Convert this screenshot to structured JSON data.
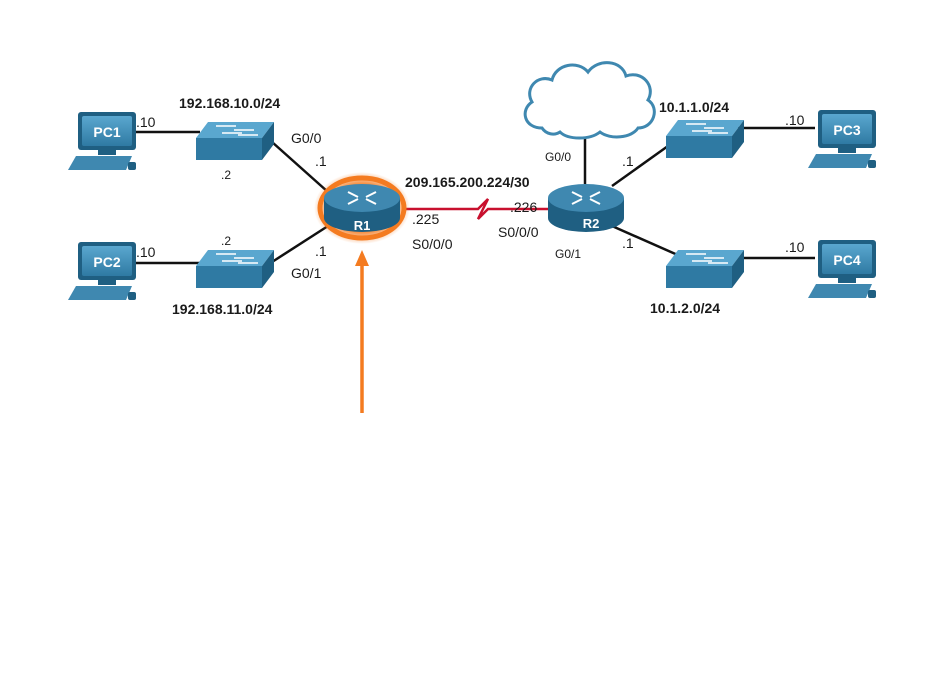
{
  "colors": {
    "device_dark": "#1f5f82",
    "device_light": "#3f88b0",
    "device_top": "#5aa7cf",
    "wan_link": "#c8102e",
    "highlight": "#f47b20",
    "arrow": "#f47b20",
    "link": "#111111"
  },
  "devices": {
    "pc1": {
      "label": "PC1",
      "icon": "desktop-pc-icon"
    },
    "pc2": {
      "label": "PC2",
      "icon": "desktop-pc-icon"
    },
    "pc3": {
      "label": "PC3",
      "icon": "desktop-pc-icon"
    },
    "pc4": {
      "label": "PC4",
      "icon": "desktop-pc-icon"
    },
    "r1": {
      "label": "R1",
      "icon": "router-icon",
      "highlighted": true
    },
    "r2": {
      "label": "R2",
      "icon": "router-icon"
    },
    "switches": {
      "icon": "switch-icon"
    },
    "cloud": {
      "icon": "cloud-icon"
    }
  },
  "networks": {
    "lan_r1_g0_0": "192.168.10.0/24",
    "lan_r1_g0_1": "192.168.11.0/24",
    "lan_r2_top": "10.1.1.0/24",
    "lan_r2_bottom": "10.1.2.0/24",
    "wan": "209.165.200.224/30"
  },
  "host_addresses": {
    "pc1": ".10",
    "pc2": ".10",
    "pc3": ".10",
    "pc4": ".10",
    "sw1": ".2",
    "sw2": ".2"
  },
  "interfaces": {
    "r1_g0_0_name": "G0/0",
    "r1_g0_0_addr": ".1",
    "r1_g0_1_name": "G0/1",
    "r1_g0_1_addr": ".1",
    "r1_s0_0_0_name": "S0/0/0",
    "r1_s0_0_0_addr": ".225",
    "r2_s0_0_0_name": "S0/0/0",
    "r2_s0_0_0_addr": ".226",
    "r2_g0_0_name": "G0/0",
    "r2_g0_1_name": "G0/1",
    "r2_sw3_addr": ".1",
    "r2_sw4_addr": ".1"
  }
}
